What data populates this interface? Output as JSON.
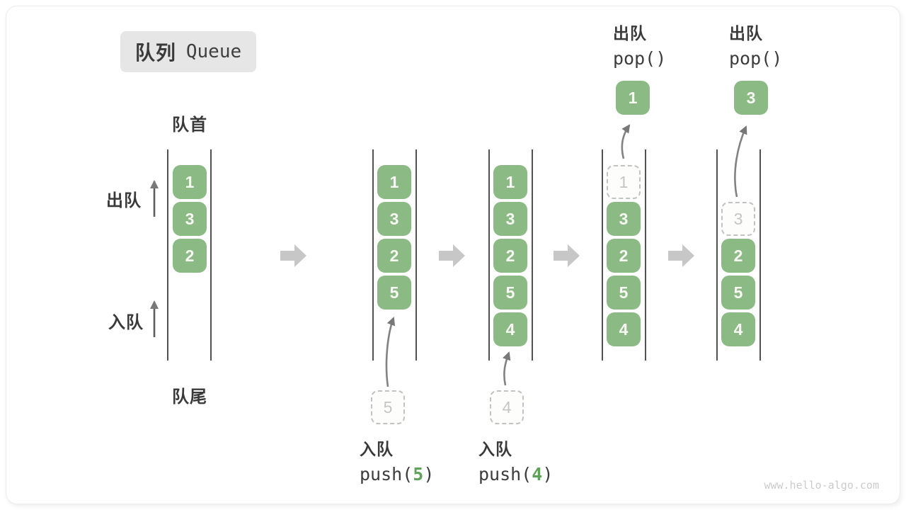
{
  "title": {
    "zh": "队列",
    "en": "Queue"
  },
  "labels": {
    "front": "队首",
    "rear": "队尾",
    "dequeue": "出队",
    "enqueue": "入队"
  },
  "ops": {
    "pop": {
      "title": "出队",
      "code": "pop()"
    },
    "push5": {
      "title": "入队",
      "fn": "push(",
      "arg": "5",
      "close": ")"
    },
    "push4": {
      "title": "入队",
      "fn": "push(",
      "arg": "4",
      "close": ")"
    }
  },
  "queues": [
    {
      "slots": {
        "0": "1",
        "1": "3",
        "2": "2"
      }
    },
    {
      "slots": {
        "0": "1",
        "1": "3",
        "2": "2",
        "3": "5"
      },
      "incoming": "5"
    },
    {
      "slots": {
        "0": "1",
        "1": "3",
        "2": "2",
        "3": "5",
        "4": "4"
      },
      "incoming": "4"
    },
    {
      "ghost": "1",
      "slots": {
        "1": "3",
        "2": "2",
        "3": "5",
        "4": "4"
      },
      "popped": "1"
    },
    {
      "ghost": "3",
      "slots": {
        "2": "2",
        "3": "5",
        "4": "4"
      },
      "popped": "3"
    }
  ],
  "colors": {
    "block_green": "#8bba85",
    "accent_green": "#5fa25a",
    "step_arrow_gray": "#c7c7c7",
    "wall_dark": "#515151",
    "ghost_gray": "#c5c5c5"
  },
  "watermark": "www.hello-algo.com"
}
